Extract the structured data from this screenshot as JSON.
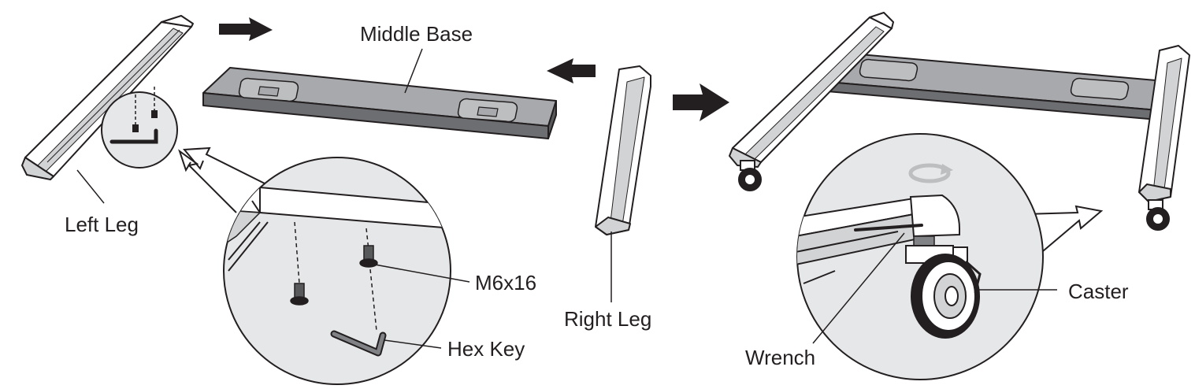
{
  "labels": {
    "middle_base": "Middle Base",
    "left_leg": "Left Leg",
    "right_leg": "Right Leg",
    "m6x16": "M6x16",
    "hex_key": "Hex Key",
    "caster": "Caster",
    "wrench": "Wrench"
  },
  "colors": {
    "ink": "#231f20",
    "base_fill": "#a7a9ac",
    "base_dark": "#6d6e71",
    "leg_fill": "#ffffff",
    "leg_shade": "#d1d3d4",
    "zoom_fill": "#e6e7e8",
    "arrow": "#231f20",
    "rotation_icon": "#c8c8c8"
  },
  "icons": [
    "arrow-right-icon",
    "arrow-left-icon",
    "rotate-icon",
    "callout-arrow-icon"
  ]
}
